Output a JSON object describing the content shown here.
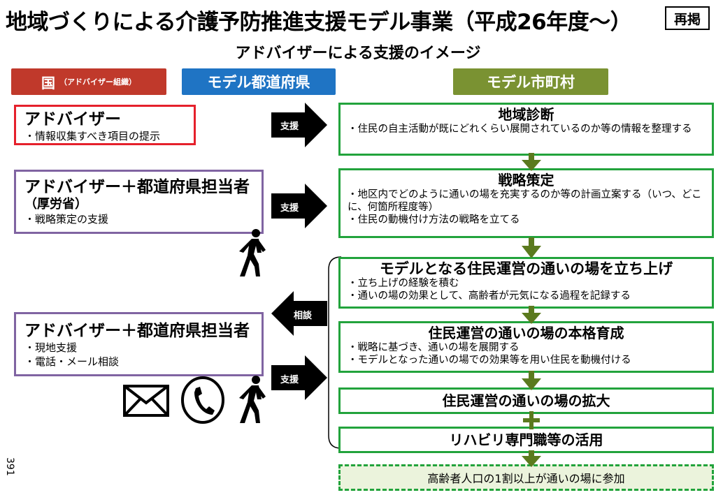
{
  "header": {
    "title": "地域づくりによる介護予防推進支援モデル事業（平成26年度～）",
    "repost_label": "再掲",
    "subtitle": "アドバイザーによる支援のイメージ"
  },
  "categories": {
    "national": "国",
    "national_note": "（アドバイザー組織）",
    "prefecture": "モデル都道府県",
    "municipality": "モデル市町村"
  },
  "left_boxes": [
    {
      "heading": "アドバイザー",
      "lines": [
        "・情報収集すべき項目の提示"
      ]
    },
    {
      "heading": "アドバイザー＋都道府県担当者",
      "subheading": "（厚労省）",
      "lines": [
        "・戦略策定の支援"
      ]
    },
    {
      "heading": "アドバイザー＋都道府県担当者",
      "lines": [
        "・現地支援",
        "・電話・メール相談"
      ]
    }
  ],
  "arrows": {
    "support": "支援",
    "consult": "相談"
  },
  "steps": [
    {
      "heading": "地域診断",
      "lines": [
        "・住民の自主活動が既にどれくらい展開されているのか等の情報を整理する"
      ]
    },
    {
      "heading": "戦略策定",
      "lines": [
        "・地区内でどのように通いの場を充実するのか等の計画立案する（いつ、どこに、何箇所程度等）",
        "・住民の動機付け方法の戦略を立てる"
      ]
    },
    {
      "heading": "モデルとなる住民運営の通いの場を立ち上げ",
      "lines": [
        "・立ち上げの経験を積む",
        "・通いの場の効果として、高齢者が元気になる過程を記録する"
      ]
    },
    {
      "heading": "住民運営の通いの場の本格育成",
      "lines": [
        "・戦略に基づき、通いの場を展開する",
        "・モデルとなった通いの場での効果等を用い住民を動機付ける"
      ]
    },
    {
      "heading": "住民運営の通いの場の拡大"
    },
    {
      "heading": "リハビリ専門職等の活用"
    }
  ],
  "goal": "高齢者人口の1割以上が通いの場に参加",
  "page_number": "391",
  "colors": {
    "red": "#e5202b",
    "blue": "#1f74c4",
    "olive": "#7a9232",
    "green": "#22a33c",
    "purple": "#8064a2"
  }
}
